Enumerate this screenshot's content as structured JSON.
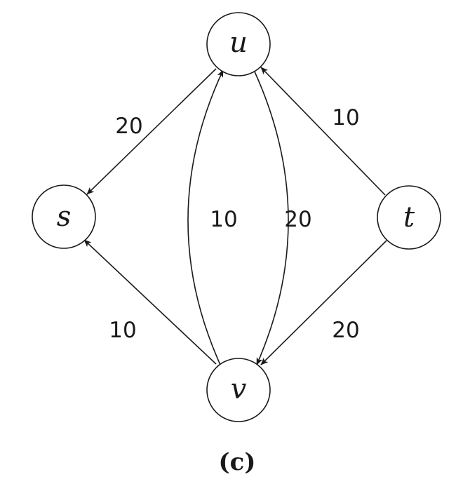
{
  "diagram": {
    "caption": "(c)",
    "nodes": {
      "u": "u",
      "s": "s",
      "t": "t",
      "v": "v"
    },
    "edges": {
      "u_to_s": "20",
      "t_to_u": "10",
      "v_to_u": "10",
      "u_to_v": "20",
      "v_to_s": "10",
      "t_to_v": "20"
    }
  }
}
